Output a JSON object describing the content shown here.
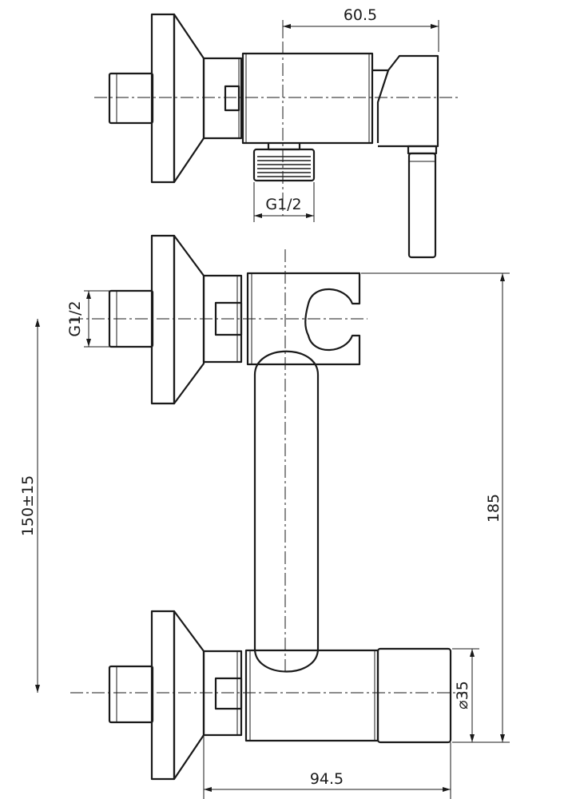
{
  "drawing": {
    "top_view": {
      "dim_width_label": "60.5",
      "dim_thread_label": "G1/2"
    },
    "front_view": {
      "dim_thread_label": "G1/2",
      "dim_spacing_label": "150±15",
      "dim_height_label": "185",
      "dim_diameter_label": "⌀35",
      "dim_depth_label": "94.5"
    }
  }
}
